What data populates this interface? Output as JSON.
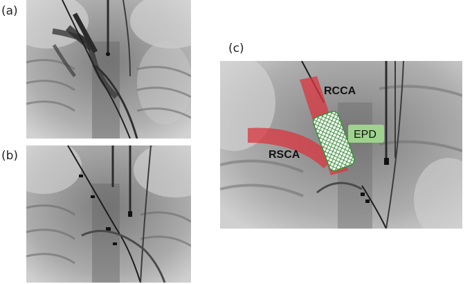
{
  "panels": {
    "a": {
      "label": "(a)"
    },
    "b": {
      "label": "(b)"
    },
    "c": {
      "label": "(c)"
    }
  },
  "annotations": {
    "rcca": "RCCA",
    "rsca": "RSCA",
    "epd": "EPD"
  },
  "colors": {
    "vessel_red": "#d9353f",
    "epd_fill": "#a8d99a",
    "epd_grid": "#3b8f3a",
    "epd_label_bg": "#9fd28c"
  }
}
